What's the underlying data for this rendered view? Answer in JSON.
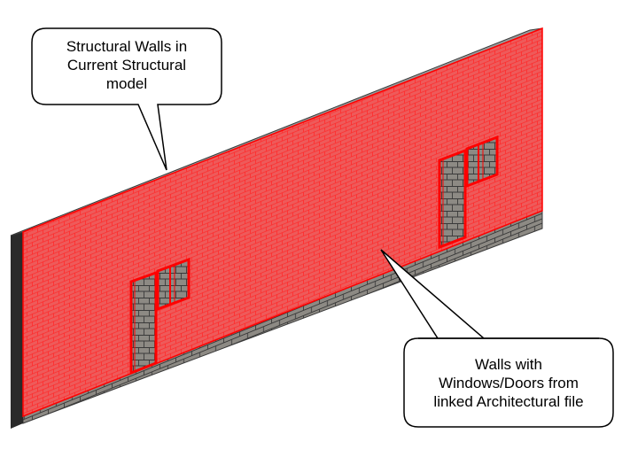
{
  "colors": {
    "red_face": "#ee5a5a",
    "red_outline": "#ff0000",
    "grey_block": "#8d8a84",
    "block_line": "#3a3a3a",
    "wall_top": "#9a9a9a",
    "wall_edge": "#2a2a2a"
  },
  "callouts": {
    "structural": {
      "lines": [
        "Structural Walls in",
        "Current Structural",
        "model"
      ]
    },
    "architectural": {
      "lines": [
        "Walls with",
        "Windows/Doors from",
        "linked Architectural file"
      ]
    }
  }
}
